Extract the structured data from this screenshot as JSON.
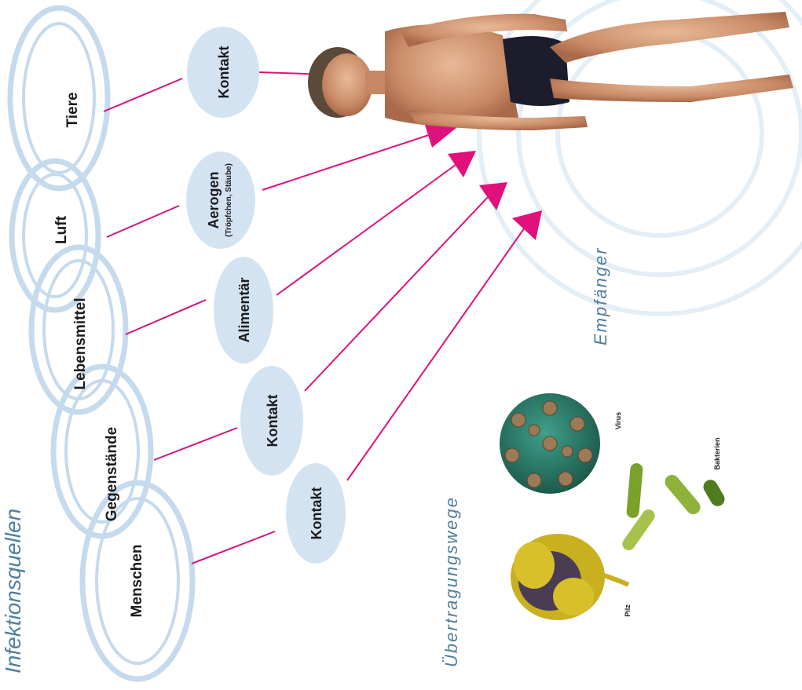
{
  "colors": {
    "ring": "#cfe0ef",
    "ring_stroke": "#b9d0e6",
    "bubble": "#d3e3f2",
    "arrow": "#e0117a",
    "heading": "#4e7e9c",
    "text": "#1b1b1b"
  },
  "headings": {
    "sources": "Infektionsquellen",
    "routes": "Übertragungswege",
    "receiver": "Empfänger"
  },
  "sources": [
    "Menschen",
    "Gegenstände",
    "Lebensmittel",
    "Luft",
    "Tiere"
  ],
  "routes": [
    {
      "label": "Kontakt",
      "sub": ""
    },
    {
      "label": "Kontakt",
      "sub": ""
    },
    {
      "label": "Alimentär",
      "sub": ""
    },
    {
      "label": "Aerogen",
      "sub": "(Tröpfchen, Stäube)"
    },
    {
      "label": "Kontakt",
      "sub": ""
    }
  ],
  "microbes": {
    "fungus": "Pilz",
    "virus": "Virus",
    "bacteria": "Bakterien"
  }
}
